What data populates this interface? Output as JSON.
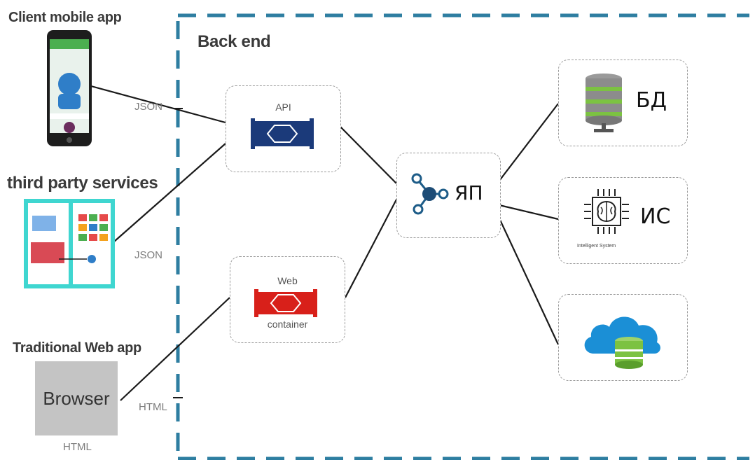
{
  "clients": {
    "mobile": {
      "title": "Client mobile app"
    },
    "third_party": {
      "title": "third party services"
    },
    "web": {
      "title": "Traditional Web app",
      "browser_label": "Browser",
      "below_label": "HTML"
    }
  },
  "protocols": {
    "mobile": "JSON",
    "third_party": "JSON",
    "web": "HTML"
  },
  "backend": {
    "title": "Back end"
  },
  "nodes": {
    "api": {
      "label": "API"
    },
    "web_container": {
      "label_top": "Web",
      "label_bottom": "container"
    },
    "hub": {
      "label": "ЯП"
    },
    "database": {
      "label": "БД"
    },
    "intelligent": {
      "label": "ИС",
      "sub_label": "Intelligent System"
    }
  },
  "colors": {
    "boundary": "#2e7ea1",
    "api_accent": "#1b3a7a",
    "web_accent": "#d8201a",
    "hub_accent": "#1d5c88",
    "cloud": "#1b8fd6",
    "db_green": "#7cc242"
  }
}
